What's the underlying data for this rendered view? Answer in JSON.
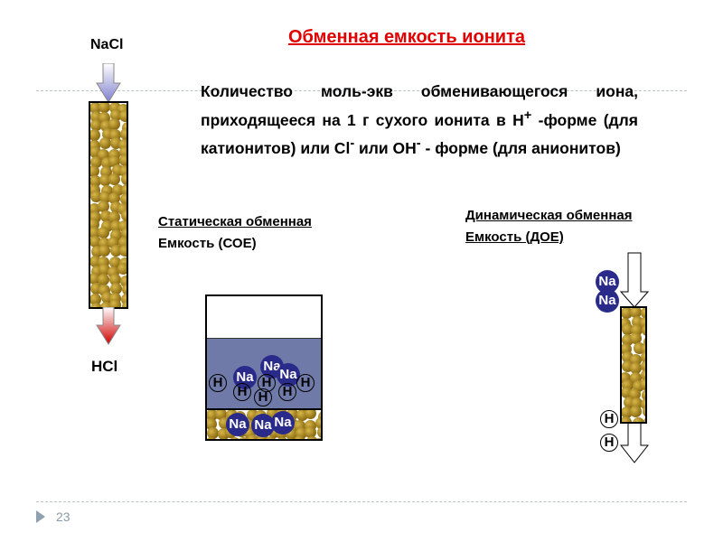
{
  "title": "Обменная емкость ионита",
  "definition": {
    "line1": "Количество моль-экв обменивающегося иона, приходящееся на 1 г сухого ионита в H",
    "sup1": "+",
    "line2": " -форме (для катионитов) или Cl",
    "sup2": "-",
    "line3": " или OH",
    "sup3": "-",
    "line4": " - форме (для анионитов)"
  },
  "column": {
    "input": "NaCl",
    "output": "HCl"
  },
  "static": {
    "line1": "Статическая обменная ",
    "line2": "Емкость  (СОЕ)"
  },
  "dynamic": {
    "line1": "Динамическая обменная",
    "line2": "Емкость (ДОЕ)"
  },
  "ions": {
    "na": "Na",
    "h": "H"
  },
  "page_number": "23",
  "colors": {
    "title": "#e00000",
    "liquid": "#6f7aa8",
    "na_ion": "#2a2a8a",
    "bead": "#9a7a18"
  }
}
